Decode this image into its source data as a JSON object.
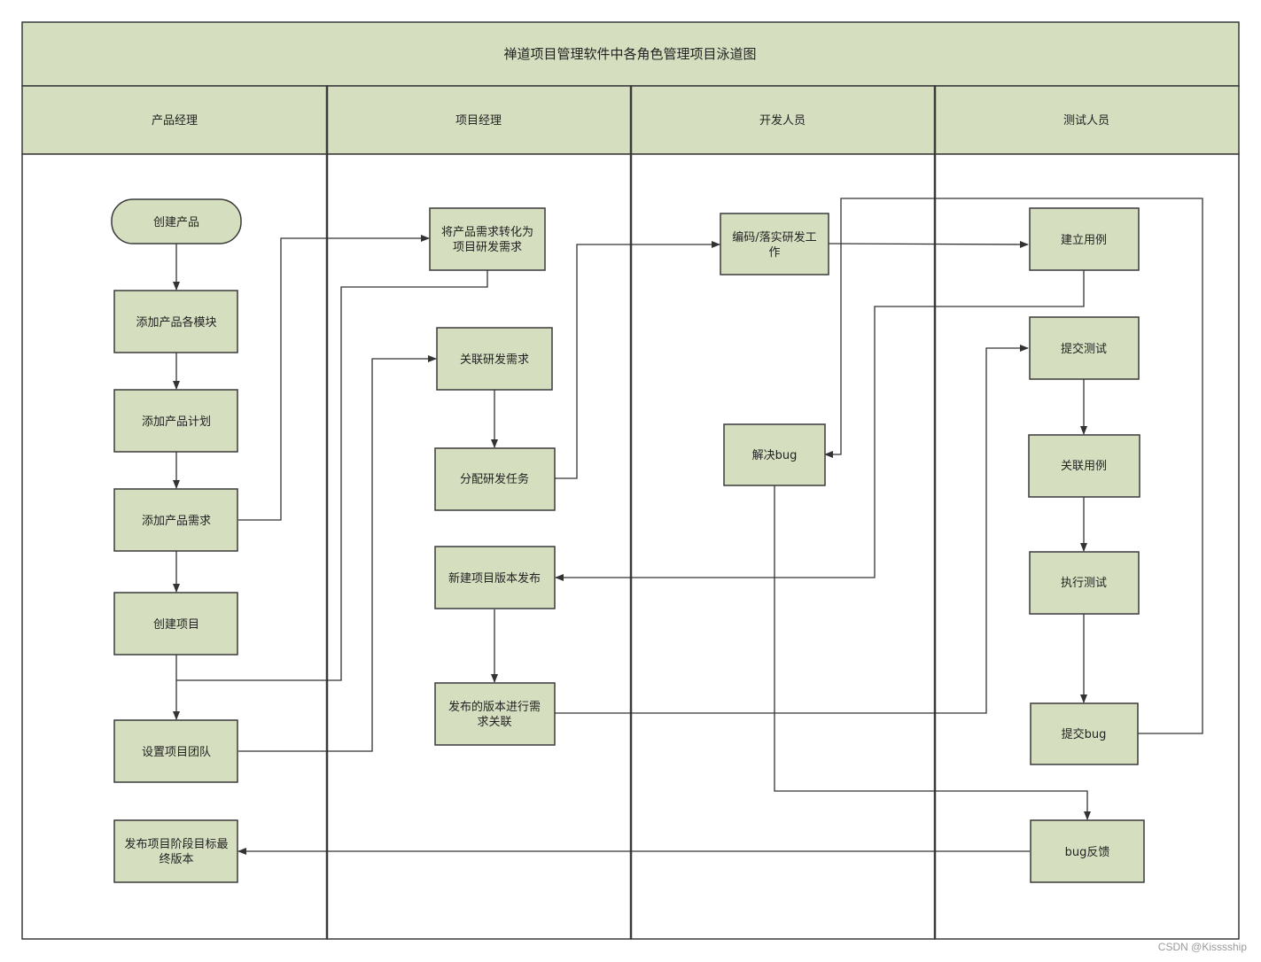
{
  "title": "禅道项目管理软件中各角色管理项目泳道图",
  "lanes": [
    "产品经理",
    "项目经理",
    "开发人员",
    "测试人员"
  ],
  "nodes": {
    "create_product": "创建产品",
    "add_modules": "添加产品各模块",
    "add_plan": "添加产品计划",
    "add_requirement": "添加产品需求",
    "create_project": "创建项目",
    "set_team": "设置项目团队",
    "release_final": [
      "发布项目阶段目标最",
      "终版本"
    ],
    "convert_req": [
      "将产品需求转化为",
      "项目研发需求"
    ],
    "link_req": "关联研发需求",
    "assign_task": "分配研发任务",
    "new_release": "新建项目版本发布",
    "link_release": [
      "发布的版本进行需",
      "求关联"
    ],
    "coding": [
      "编码/落实研发工",
      "作"
    ],
    "fix_bug": "解决bug",
    "create_case": "建立用例",
    "submit_test": "提交测试",
    "link_case": "关联用例",
    "run_test": "执行测试",
    "submit_bug": "提交bug",
    "bug_feedback": "bug反馈"
  },
  "watermark": "CSDN @Kisssship",
  "colors": {
    "fill": "#d5dfc0",
    "stroke": "#3a3a3a"
  }
}
